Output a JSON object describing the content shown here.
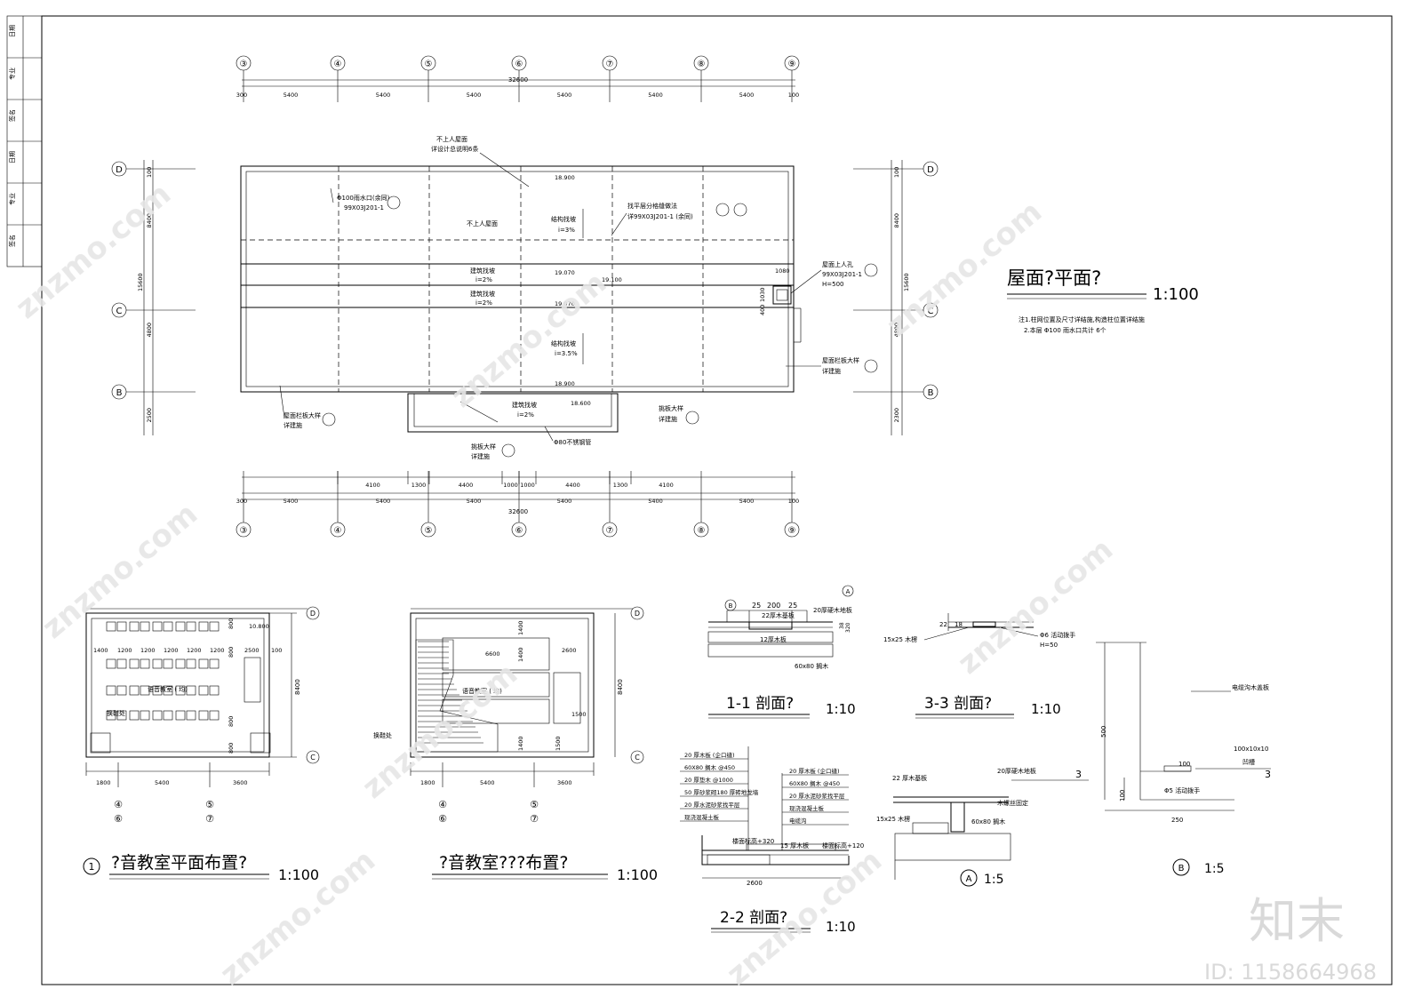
{
  "roof_plan": {
    "title": "屋面?平面?",
    "scale": "1:100",
    "axes_bottom": [
      "③",
      "④",
      "⑤",
      "⑥",
      "⑦",
      "⑧",
      "⑨"
    ],
    "axes_side": [
      "D",
      "C",
      "B"
    ],
    "top_dims": [
      "300",
      "5400",
      "5400",
      "5400",
      "5400",
      "5400",
      "5400",
      "100"
    ],
    "total": "32600",
    "bottom_dims_row1": [
      "4100",
      "1300",
      "4400",
      "1000",
      "1000",
      "4400",
      "1300",
      "4100"
    ],
    "side_dims_left": [
      "100",
      "8400",
      "15600",
      "4800",
      "2500"
    ],
    "side_dims_right": [
      "100",
      "8400",
      "15600",
      "4800",
      "2300"
    ],
    "notes": [
      "注1.柱网位置及尺寸详结施,构造柱位置详结施",
      "2.本层 Φ100 雨水口共计 6个"
    ],
    "labels": {
      "no_access_roof": "不上人屋面",
      "see_notes": "详设计总说明6条",
      "drain": "Φ100雨水口(余同)",
      "drain_ref": "99X03J201-1",
      "no_access2": "不上人屋面",
      "struct_slope": "结构找坡",
      "slope3": "i=3%",
      "screed": "找平层分格缝做法",
      "screed_ref": "详99X03J201-1 (余同)",
      "arch_slope": "建筑找坡",
      "slope2": "i=2%",
      "arch_slope_b": "建筑找坡",
      "slope2b": "i=2%",
      "struct_slope2": "结构找坡",
      "slope35": "i=3.5%",
      "hatch": "屋面上人孔",
      "hatch_ref": "99X03J201-1",
      "hatch_h": "H=500",
      "parapet": "屋面栏板大样",
      "parapet_ref": "详建施",
      "parapet_left": "屋面栏板大样",
      "parapet_left_ref": "详建施",
      "canopy": "挑板大样",
      "canopy_ref": "详建施",
      "canopy2": "挑板大样",
      "canopy2_ref": "详建施",
      "steel_pipe": "Φ80不锈钢管",
      "arch_slope3": "建筑找坡",
      "slope2c": "i=2%",
      "elev1": "18.900",
      "elev2": "19.070",
      "elev3": "19.100",
      "elev4": "19.070",
      "elev5": "18.900",
      "elev6": "18.600",
      "hatch_dim1": "1080",
      "hatch_dim2": "1030",
      "hatch_dim3": "400"
    }
  },
  "plan1": {
    "marker": "1",
    "title": "?音教室平面布置?",
    "scale": "1:100",
    "room": "语音教室 ( 均)",
    "label_changing": "换鞋处",
    "dims_bottom": [
      "1800",
      "5400",
      "3600"
    ],
    "axes": [
      "④",
      "⑤",
      "⑥",
      "⑦"
    ],
    "side": [
      "D",
      "C"
    ],
    "side_dim": "8400",
    "top_dims": [
      "1400",
      "1200",
      "1200",
      "1200",
      "1200",
      "1200",
      "2500",
      "100"
    ],
    "misc": [
      "10.800",
      "800",
      "800",
      "800",
      "800"
    ]
  },
  "plan2": {
    "title": "?音教室???布置?",
    "scale": "1:100",
    "room": "语音教室 ( 均)",
    "label_changing": "换鞋处",
    "dims_bottom": [
      "1800",
      "5400",
      "3600"
    ],
    "axes": [
      "④",
      "⑤",
      "⑥",
      "⑦"
    ],
    "side": [
      "D",
      "C"
    ],
    "side_dim": "8400",
    "inner": [
      "6600",
      "2600",
      "1500",
      "1400",
      "1400",
      "1400",
      "1500"
    ]
  },
  "sec11": {
    "title": "1-1 剖面?",
    "scale": "1:10",
    "dims": [
      "25",
      "200",
      "25"
    ],
    "labels": [
      "20厚硬木地板",
      "22厚木基板",
      "12厚木板",
      "60x80 搁木",
      "38",
      "320"
    ],
    "marks": [
      "B",
      "A"
    ]
  },
  "sec33": {
    "title": "3-3 剖面?",
    "scale": "1:10",
    "labels": [
      "15x25 木楞",
      "Φ6 活动拨手",
      "H=50",
      "22",
      "18"
    ]
  },
  "sec22": {
    "title": "2-2 剖面?",
    "scale": "1:10",
    "left_labels": [
      "20 厚木板 (企口缝)",
      "60X80 搁木 @450",
      "20 厚垫木 @1000",
      "50 厚砂浆砌180 厚砖地龙墙",
      "20 厚水泥砂浆找平层",
      "现浇混凝土板"
    ],
    "right_labels": [
      "20 厚木板 (企口缝)",
      "60X80 搁木 @450",
      "20 厚水泥砂浆找平层",
      "现浇混凝土板",
      "电缆沟"
    ],
    "elevs": [
      "楼面标高+320",
      "15 厚木板",
      "楼面标高+120"
    ],
    "dim": "2600"
  },
  "detailA": {
    "marker": "A",
    "scale": "1:5",
    "labels": [
      "22 厚木基板",
      "20厚硬木地板",
      "木螺丝固定",
      "15x25 木楞",
      "60x80 搁木"
    ],
    "ref": "3"
  },
  "detailB": {
    "marker": "B",
    "scale": "1:5",
    "labels": [
      "电缆沟木盖板",
      "100x10x10",
      "凹槽",
      "Φ5 活动拨手",
      "100"
    ],
    "dims": [
      "500",
      "100",
      "250"
    ],
    "ref": "3"
  },
  "title_block": [
    "日期",
    "专业",
    "签名",
    "日期",
    "专业",
    "签名"
  ],
  "watermark": "znzmo.com",
  "brand": "知末",
  "image_id": "ID: 1158664968"
}
